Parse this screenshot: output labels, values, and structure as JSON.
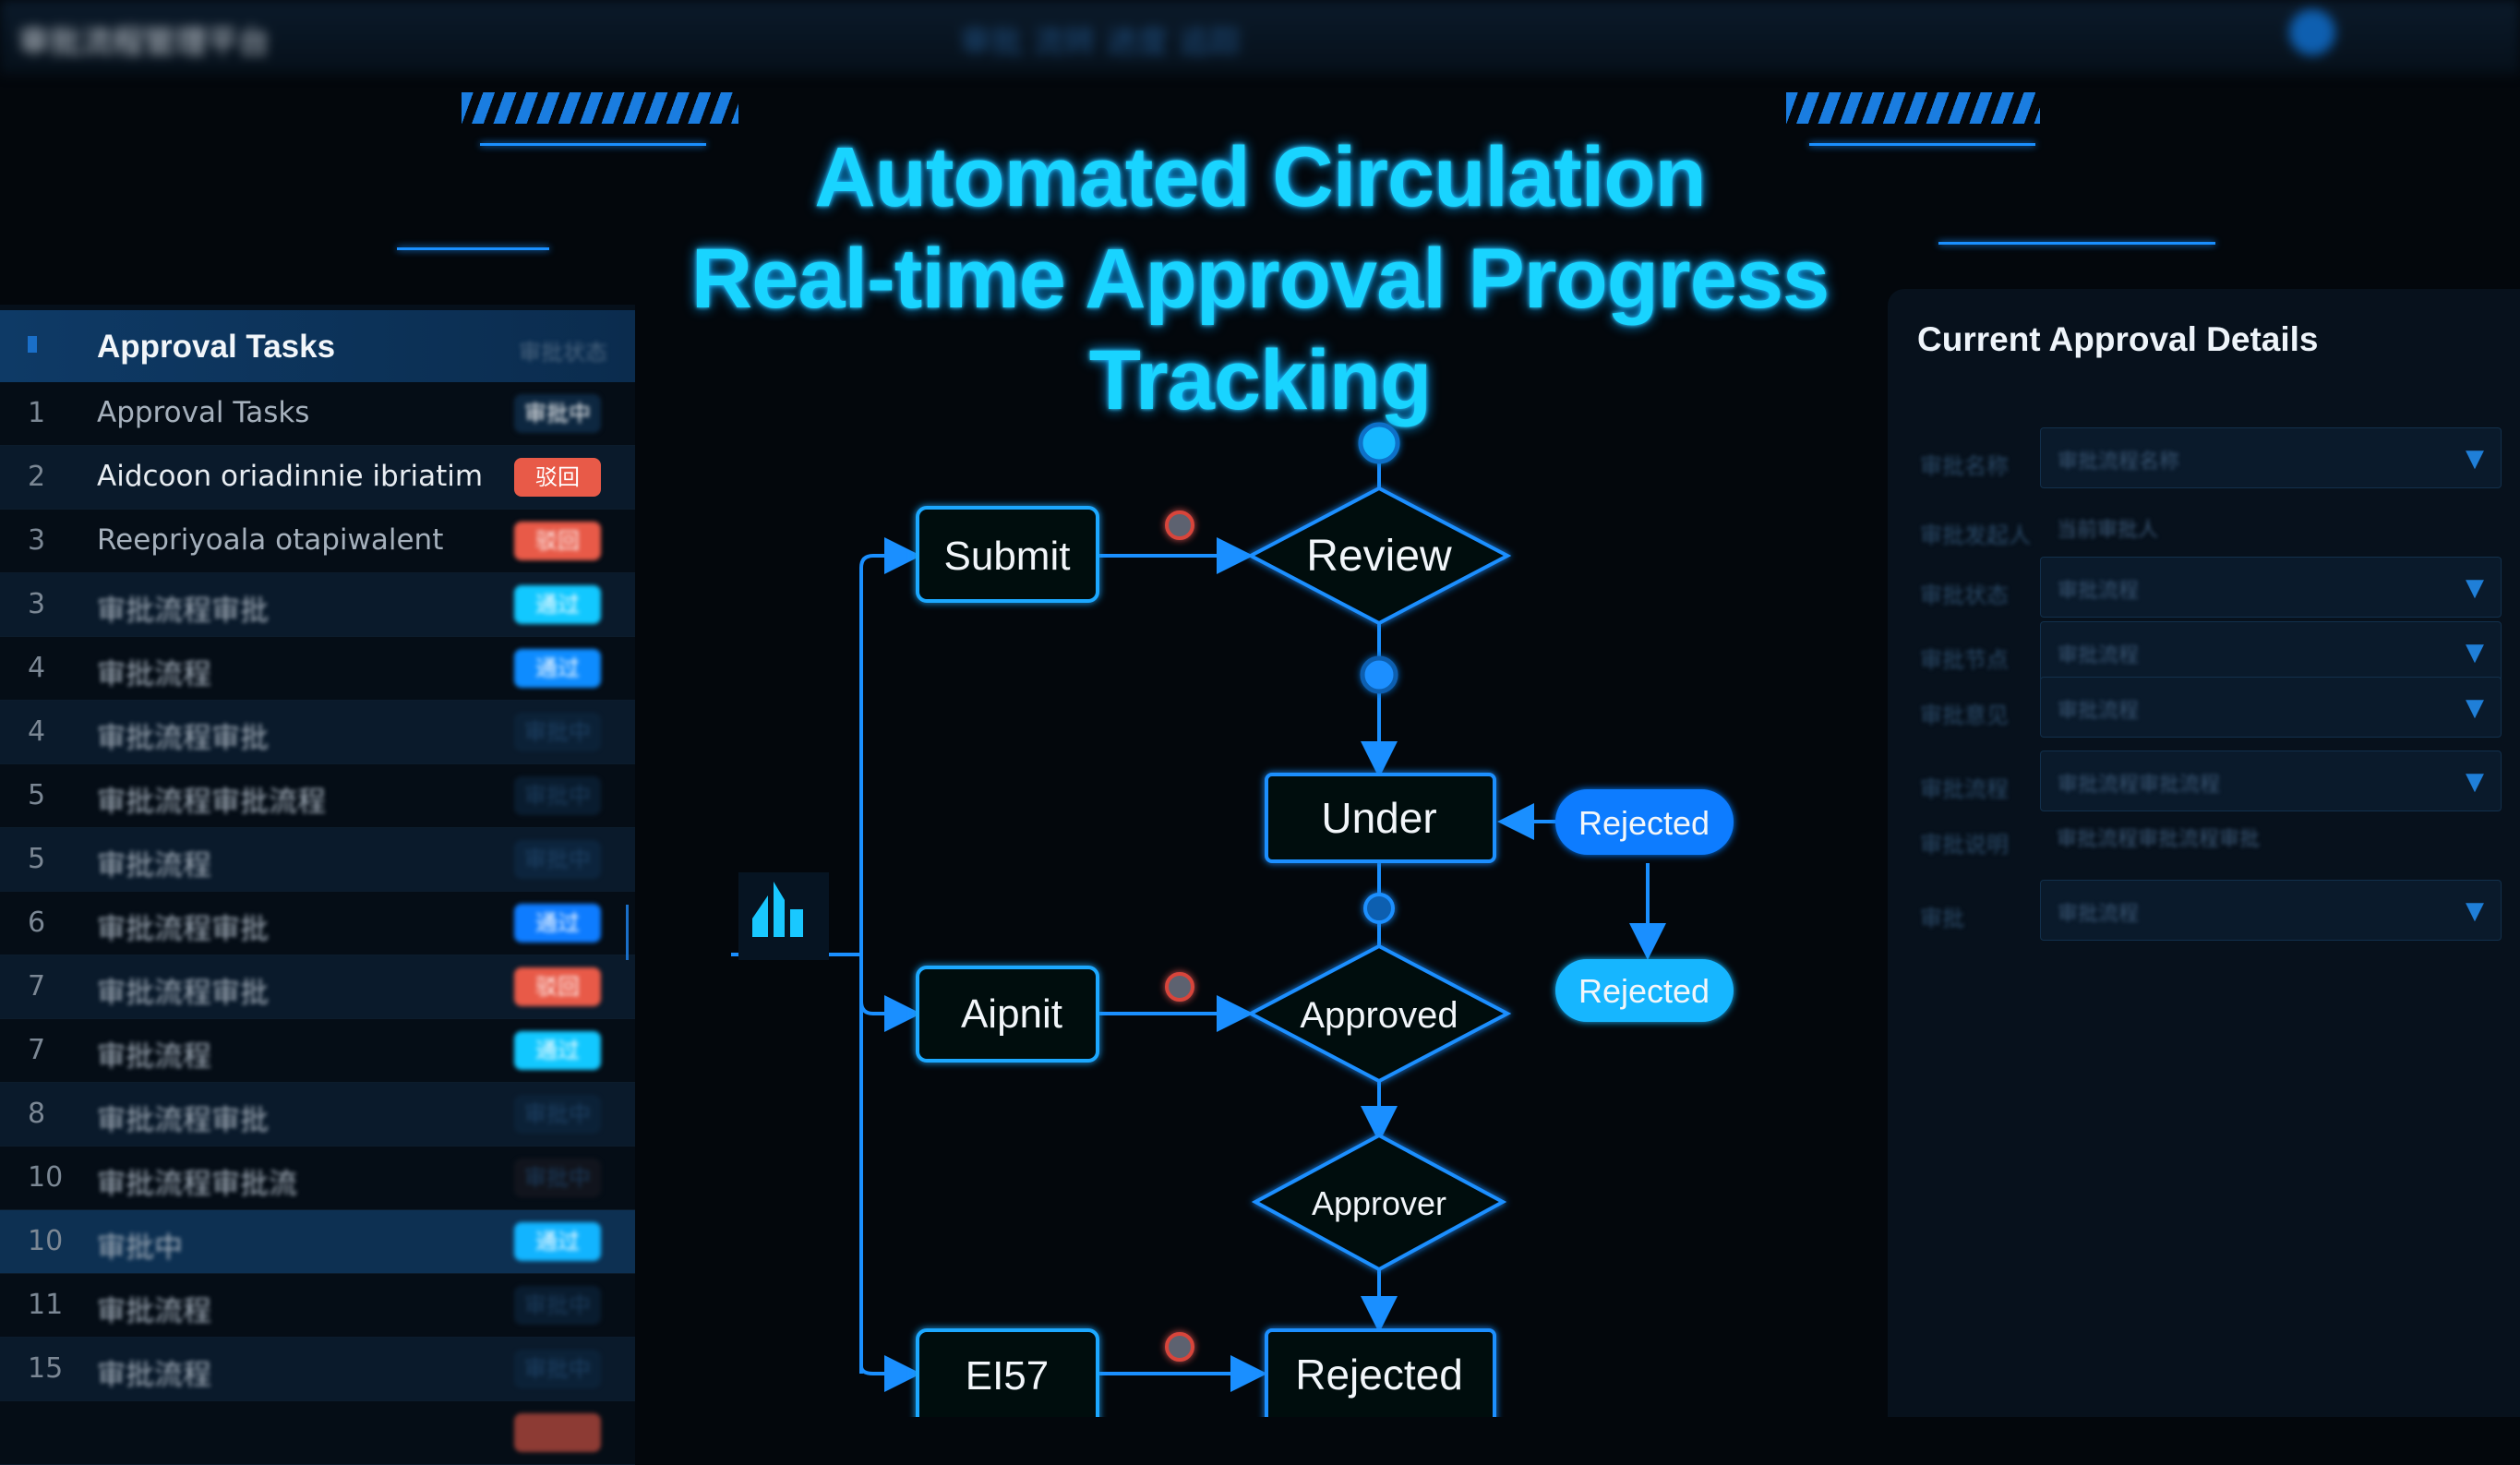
{
  "topbar": {
    "left_text": "审批流程管理平台",
    "mid_text": "审批 流转 进度 追踪"
  },
  "title": {
    "line1": "Automated Circulation",
    "line2": "Real-time Approval Progress",
    "line3": "Tracking"
  },
  "left_panel": {
    "header": {
      "label": "Approval Tasks",
      "status_col": "审批状态"
    },
    "rows": [
      {
        "num": "1",
        "label": "Approval Tasks",
        "badge": "审批中",
        "color": "#0d2740"
      },
      {
        "num": "2",
        "label": "Aidcoon oriadinnie ibriatim",
        "badge": "驳回",
        "color": "#e85a48"
      },
      {
        "num": "3",
        "label": "Reepriyoala otapiwalent",
        "badge": "驳回",
        "color": "#e85a48"
      },
      {
        "num": "3",
        "label": "审批流程审批",
        "badge": "通过",
        "color": "#12c8ff"
      },
      {
        "num": "4",
        "label": "审批流程",
        "badge": "通过",
        "color": "#0e8cff"
      },
      {
        "num": "4",
        "label": "审批流程审批",
        "badge": "审批中",
        "color": "#0d2740"
      },
      {
        "num": "5",
        "label": "审批流程审批流程",
        "badge": "审批中",
        "color": "#0d2740"
      },
      {
        "num": "5",
        "label": "审批流程",
        "badge": "审批中",
        "color": "#0e2c4a"
      },
      {
        "num": "6",
        "label": "审批流程审批",
        "badge": "通过",
        "color": "#0e7cff"
      },
      {
        "num": "7",
        "label": "审批流程审批",
        "badge": "驳回",
        "color": "#e85a48"
      },
      {
        "num": "7",
        "label": "审批流程",
        "badge": "通过",
        "color": "#12c8ff"
      },
      {
        "num": "8",
        "label": "审批流程审批",
        "badge": "审批中",
        "color": "#0d2740"
      },
      {
        "num": "10",
        "label": "审批流程审批流",
        "badge": "审批中",
        "color": "#1a1a22"
      },
      {
        "num": "10",
        "label": "审批中",
        "badge": "通过",
        "color": "#12b4ff"
      },
      {
        "num": "11",
        "label": "审批流程",
        "badge": "审批中",
        "color": "#0d2740"
      },
      {
        "num": "15",
        "label": "审批流程",
        "badge": "审批中",
        "color": "#0d2740"
      },
      {
        "num": "",
        "label": "",
        "badge": "",
        "color": "#e85a48"
      }
    ]
  },
  "right_panel": {
    "title": "Current Approval Details",
    "fields": [
      {
        "label": "审批名称",
        "value": "审批流程名称",
        "dropdown": true
      },
      {
        "label": "审批发起人",
        "value": "当前审批人"
      },
      {
        "label": "审批状态",
        "value": "审批流程",
        "dropdown": true
      },
      {
        "label": "审批节点",
        "value": "审批流程",
        "dropdown": true
      },
      {
        "label": "审批意见",
        "value": "审批流程",
        "dropdown": true
      },
      {
        "label": "审批流程",
        "value": "审批流程审批流程",
        "dropdown": true
      },
      {
        "label": "审批说明",
        "value": "审批流程审批流程审批"
      },
      {
        "label": "审批",
        "value": "审批流程",
        "dropdown": true
      }
    ]
  },
  "flow": {
    "submit": "Submit",
    "review": "Review",
    "under": "Under",
    "rejected_pill_1": "Rejected",
    "rejected_pill_2": "Rejected",
    "airpnt": "Aipnit",
    "approved": "Approved",
    "approver": "Approver",
    "ei57": "EI57",
    "rejected_box": "Rejected"
  },
  "colors": {
    "accent": "#19d4ff",
    "line": "#1a8fff",
    "reject": "#e85a48",
    "pill": "#0e8cff"
  }
}
